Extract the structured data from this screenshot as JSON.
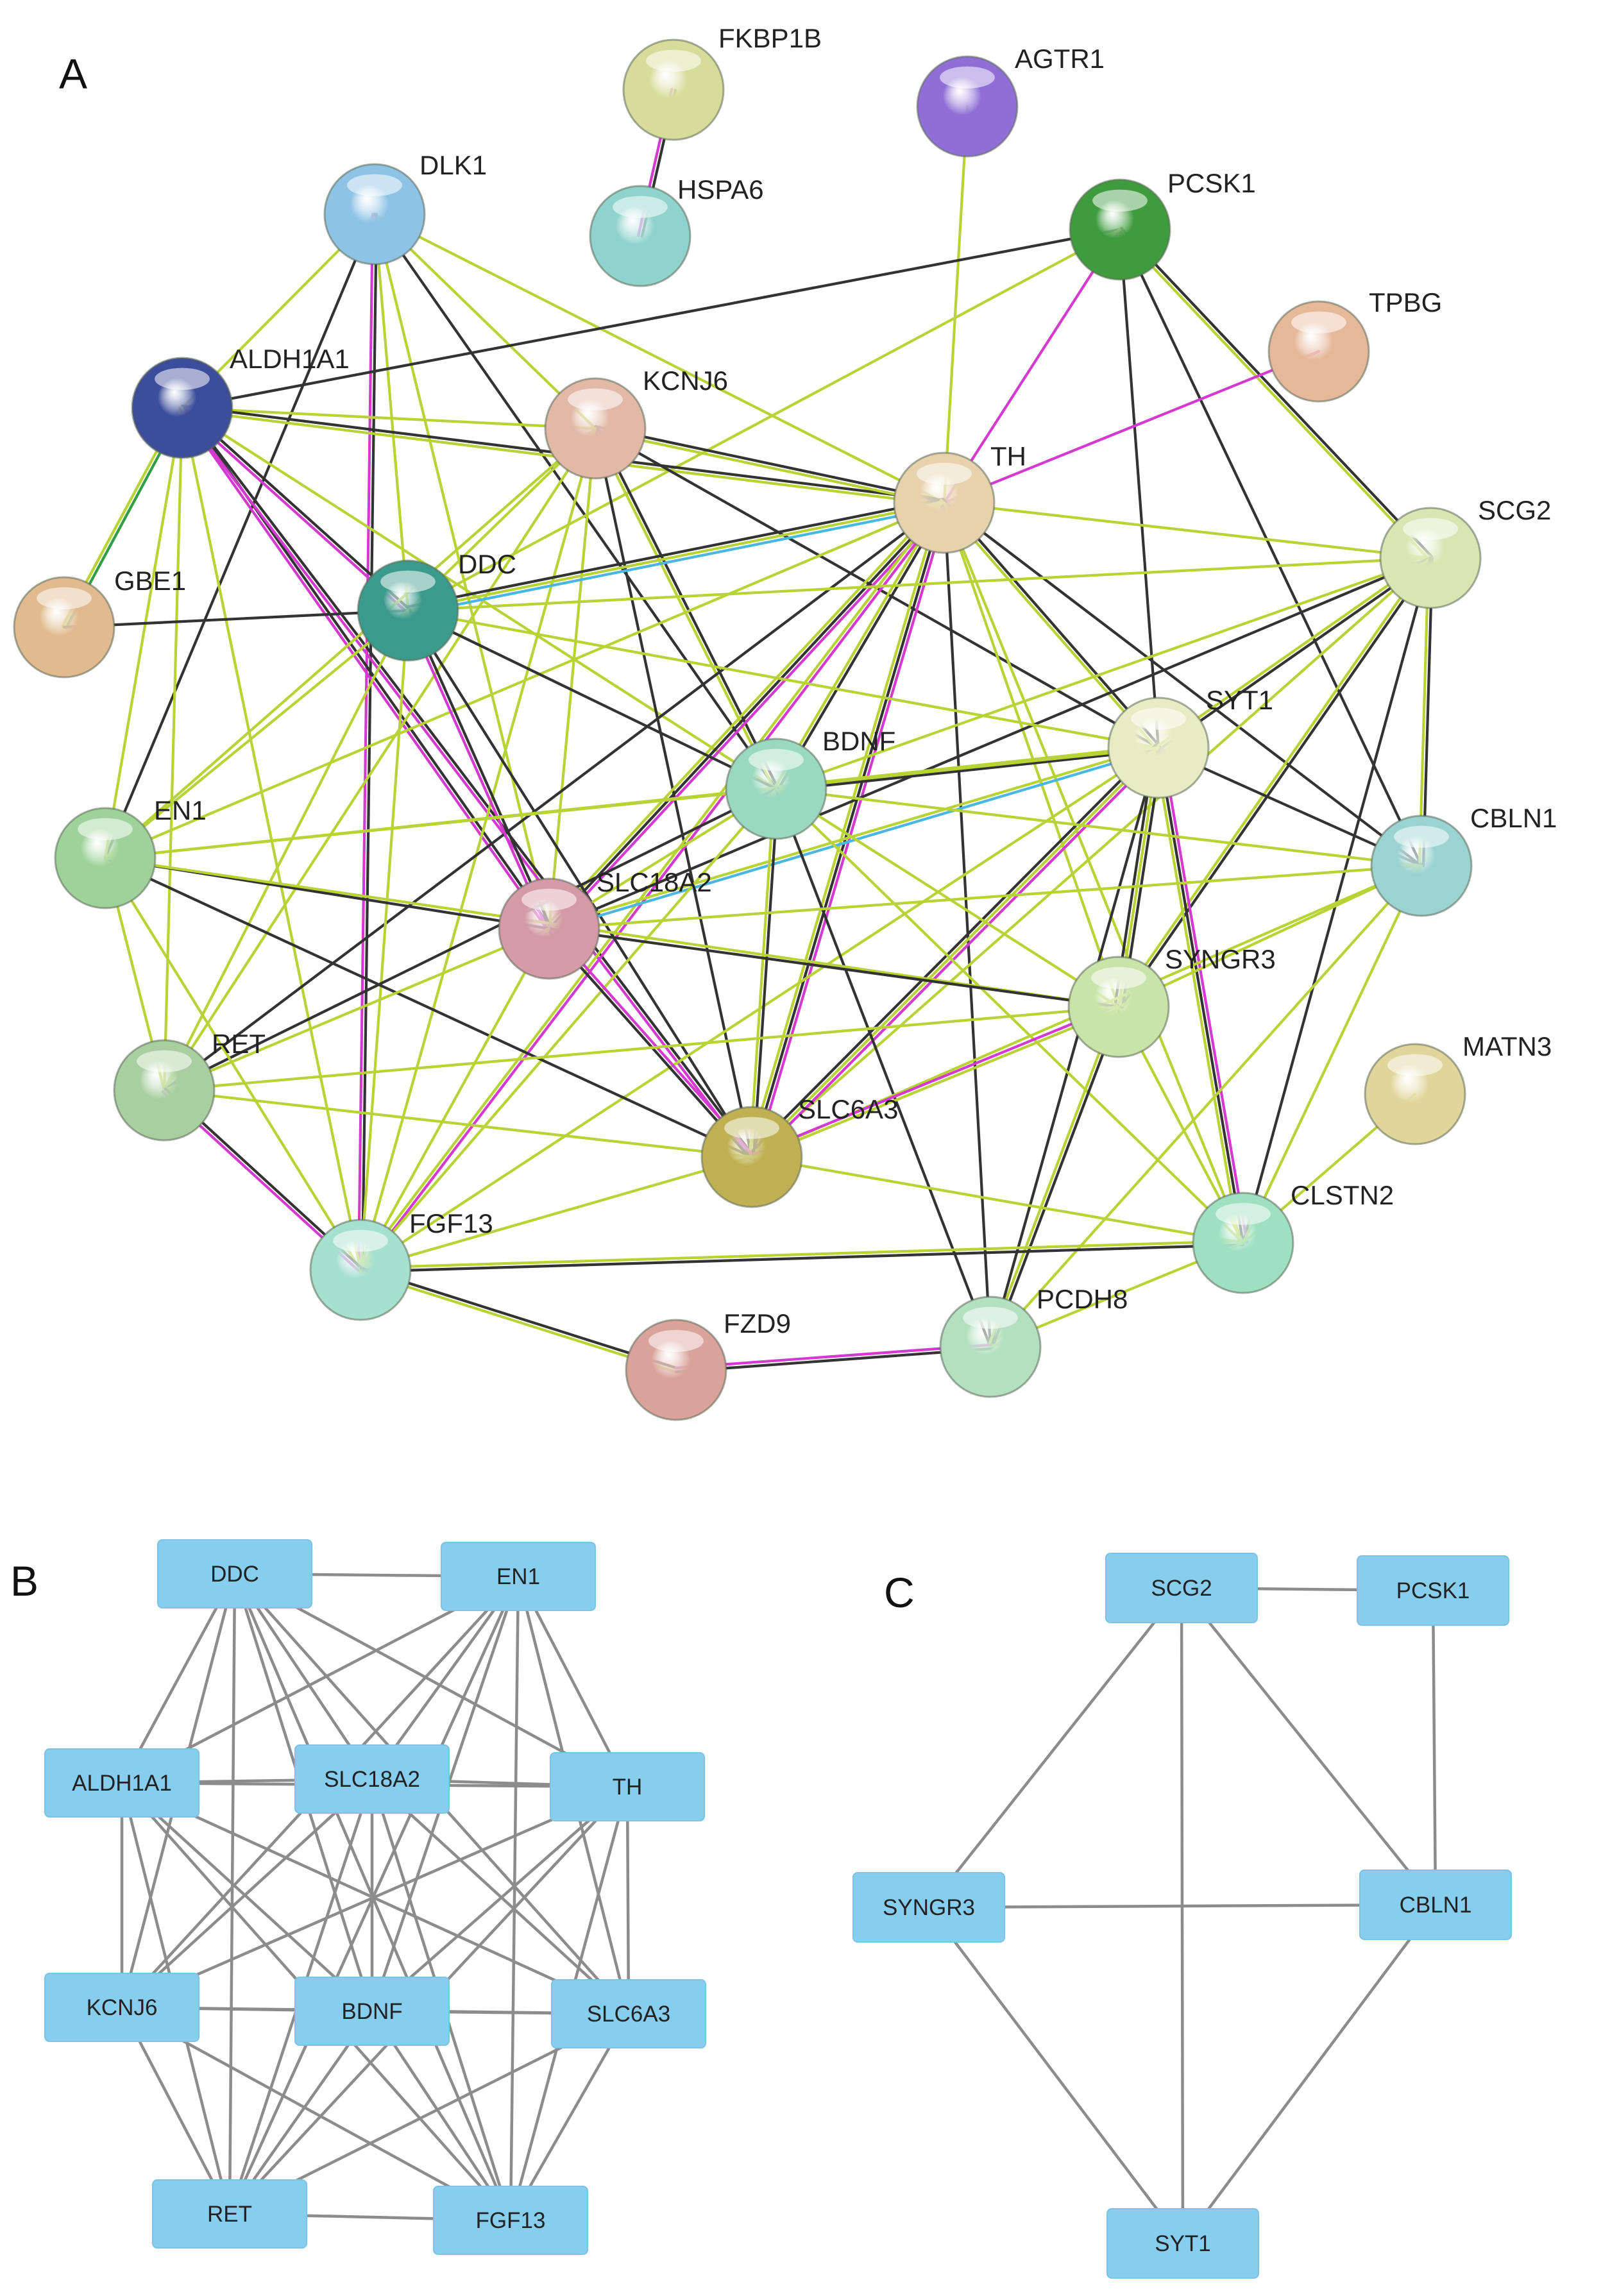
{
  "panels": {
    "A": "A",
    "B": "B",
    "C": "C"
  },
  "colors": {
    "edge_black": "#333333",
    "edge_yellow": "#b8d335",
    "edge_magenta": "#d43ad0",
    "edge_cyan": "#4ab7e0",
    "edge_green": "#2f9e44",
    "box_fill": "#87cdee",
    "box_edge": "#8a8a8a"
  },
  "network_a": {
    "nodes": [
      {
        "id": "FKBP1B",
        "label": "FKBP1B",
        "color": "#d7dc9a"
      },
      {
        "id": "AGTR1",
        "label": "AGTR1",
        "color": "#8f6fd6"
      },
      {
        "id": "HSPA6",
        "label": "HSPA6",
        "color": "#8fd3cc"
      },
      {
        "id": "DLK1",
        "label": "DLK1",
        "color": "#8fc3e6"
      },
      {
        "id": "PCSK1",
        "label": "PCSK1",
        "color": "#3e9b3e"
      },
      {
        "id": "TPBG",
        "label": "TPBG",
        "color": "#e6b89a"
      },
      {
        "id": "ALDH1A1",
        "label": "ALDH1A1",
        "color": "#3c4d9c"
      },
      {
        "id": "KCNJ6",
        "label": "KCNJ6",
        "color": "#e2b8a6"
      },
      {
        "id": "TH",
        "label": "TH",
        "color": "#e8d2ad"
      },
      {
        "id": "SCG2",
        "label": "SCG2",
        "color": "#d8e6b4"
      },
      {
        "id": "GBE1",
        "label": "GBE1",
        "color": "#e1bb8f"
      },
      {
        "id": "DDC",
        "label": "DDC",
        "color": "#3a9a8c"
      },
      {
        "id": "SYT1",
        "label": "SYT1",
        "color": "#e8ecc4"
      },
      {
        "id": "BDNF",
        "label": "BDNF",
        "color": "#9ad9c0"
      },
      {
        "id": "CBLN1",
        "label": "CBLN1",
        "color": "#9ad3d0"
      },
      {
        "id": "EN1",
        "label": "EN1",
        "color": "#9ed29a"
      },
      {
        "id": "SLC18A2",
        "label": "SLC18A2",
        "color": "#d49aa6"
      },
      {
        "id": "SYNGR3",
        "label": "SYNGR3",
        "color": "#c9e3a8"
      },
      {
        "id": "MATN3",
        "label": "MATN3",
        "color": "#e0d59a"
      },
      {
        "id": "RET",
        "label": "RET",
        "color": "#a9cfa0"
      },
      {
        "id": "SLC6A3",
        "label": "SLC6A3",
        "color": "#bfb152"
      },
      {
        "id": "CLSTN2",
        "label": "CLSTN2",
        "color": "#9ee0c0"
      },
      {
        "id": "FGF13",
        "label": "FGF13",
        "color": "#a6e0cf"
      },
      {
        "id": "FZD9",
        "label": "FZD9",
        "color": "#d9a39a"
      },
      {
        "id": "PCDH8",
        "label": "PCDH8",
        "color": "#b2e0c0"
      }
    ],
    "edges": [
      {
        "from": "FKBP1B",
        "to": "HSPA6",
        "kinds": [
          "black",
          "magenta"
        ]
      },
      {
        "from": "AGTR1",
        "to": "TH",
        "kinds": [
          "yellow"
        ]
      },
      {
        "from": "DLK1",
        "to": "ALDH1A1",
        "kinds": [
          "yellow"
        ]
      },
      {
        "from": "DLK1",
        "to": "KCNJ6",
        "kinds": [
          "yellow"
        ]
      },
      {
        "from": "DLK1",
        "to": "TH",
        "kinds": [
          "yellow"
        ]
      },
      {
        "from": "DLK1",
        "to": "DDC",
        "kinds": [
          "yellow"
        ]
      },
      {
        "from": "DLK1",
        "to": "EN1",
        "kinds": [
          "black"
        ]
      },
      {
        "from": "DLK1",
        "to": "SLC18A2",
        "kinds": [
          "yellow"
        ]
      },
      {
        "from": "DLK1",
        "to": "FGF13",
        "kinds": [
          "black",
          "magenta"
        ]
      },
      {
        "from": "DLK1",
        "to": "BDNF",
        "kinds": [
          "black"
        ]
      },
      {
        "from": "PCSK1",
        "to": "ALDH1A1",
        "kinds": [
          "black"
        ]
      },
      {
        "from": "PCSK1",
        "to": "TH",
        "kinds": [
          "magenta"
        ]
      },
      {
        "from": "PCSK1",
        "to": "SCG2",
        "kinds": [
          "black",
          "yellow"
        ]
      },
      {
        "from": "PCSK1",
        "to": "CBLN1",
        "kinds": [
          "black"
        ]
      },
      {
        "from": "PCSK1",
        "to": "SYT1",
        "kinds": [
          "black"
        ]
      },
      {
        "from": "PCSK1",
        "to": "DDC",
        "kinds": [
          "yellow"
        ]
      },
      {
        "from": "TPBG",
        "to": "TH",
        "kinds": [
          "magenta"
        ]
      },
      {
        "from": "ALDH1A1",
        "to": "KCNJ6",
        "kinds": [
          "yellow"
        ]
      },
      {
        "from": "ALDH1A1",
        "to": "TH",
        "kinds": [
          "black",
          "yellow"
        ]
      },
      {
        "from": "ALDH1A1",
        "to": "GBE1",
        "kinds": [
          "green",
          "yellow"
        ]
      },
      {
        "from": "ALDH1A1",
        "to": "DDC",
        "kinds": [
          "black",
          "magenta"
        ]
      },
      {
        "from": "ALDH1A1",
        "to": "EN1",
        "kinds": [
          "yellow"
        ]
      },
      {
        "from": "ALDH1A1",
        "to": "SLC18A2",
        "kinds": [
          "black",
          "magenta"
        ]
      },
      {
        "from": "ALDH1A1",
        "to": "BDNF",
        "kinds": [
          "yellow"
        ]
      },
      {
        "from": "ALDH1A1",
        "to": "RET",
        "kinds": [
          "yellow"
        ]
      },
      {
        "from": "ALDH1A1",
        "to": "SLC6A3",
        "kinds": [
          "black",
          "magenta"
        ]
      },
      {
        "from": "ALDH1A1",
        "to": "FGF13",
        "kinds": [
          "yellow"
        ]
      },
      {
        "from": "KCNJ6",
        "to": "TH",
        "kinds": [
          "black",
          "yellow"
        ]
      },
      {
        "from": "KCNJ6",
        "to": "DDC",
        "kinds": [
          "yellow"
        ]
      },
      {
        "from": "KCNJ6",
        "to": "BDNF",
        "kinds": [
          "black",
          "yellow"
        ]
      },
      {
        "from": "KCNJ6",
        "to": "SLC18A2",
        "kinds": [
          "yellow"
        ]
      },
      {
        "from": "KCNJ6",
        "to": "SLC6A3",
        "kinds": [
          "black"
        ]
      },
      {
        "from": "KCNJ6",
        "to": "SYT1",
        "kinds": [
          "black"
        ]
      },
      {
        "from": "KCNJ6",
        "to": "RET",
        "kinds": [
          "yellow"
        ]
      },
      {
        "from": "KCNJ6",
        "to": "FGF13",
        "kinds": [
          "yellow"
        ]
      },
      {
        "from": "KCNJ6",
        "to": "EN1",
        "kinds": [
          "yellow"
        ]
      },
      {
        "from": "TH",
        "to": "DDC",
        "kinds": [
          "cyan",
          "yellow",
          "black"
        ]
      },
      {
        "from": "TH",
        "to": "SCG2",
        "kinds": [
          "yellow"
        ]
      },
      {
        "from": "TH",
        "to": "SYT1",
        "kinds": [
          "black",
          "yellow"
        ]
      },
      {
        "from": "TH",
        "to": "BDNF",
        "kinds": [
          "black",
          "yellow"
        ]
      },
      {
        "from": "TH",
        "to": "CBLN1",
        "kinds": [
          "black"
        ]
      },
      {
        "from": "TH",
        "to": "SLC18A2",
        "kinds": [
          "magenta",
          "black",
          "yellow"
        ]
      },
      {
        "from": "TH",
        "to": "SYNGR3",
        "kinds": [
          "yellow"
        ]
      },
      {
        "from": "TH",
        "to": "SLC6A3",
        "kinds": [
          "magenta",
          "black",
          "yellow"
        ]
      },
      {
        "from": "TH",
        "to": "RET",
        "kinds": [
          "black"
        ]
      },
      {
        "from": "TH",
        "to": "FGF13",
        "kinds": [
          "magenta",
          "yellow"
        ]
      },
      {
        "from": "TH",
        "to": "PCDH8",
        "kinds": [
          "black"
        ]
      },
      {
        "from": "TH",
        "to": "CLSTN2",
        "kinds": [
          "yellow"
        ]
      },
      {
        "from": "TH",
        "to": "EN1",
        "kinds": [
          "yellow"
        ]
      },
      {
        "from": "SCG2",
        "to": "DDC",
        "kinds": [
          "yellow"
        ]
      },
      {
        "from": "SCG2",
        "to": "SYT1",
        "kinds": [
          "black",
          "yellow"
        ]
      },
      {
        "from": "SCG2",
        "to": "CBLN1",
        "kinds": [
          "black",
          "yellow"
        ]
      },
      {
        "from": "SCG2",
        "to": "BDNF",
        "kinds": [
          "yellow"
        ]
      },
      {
        "from": "SCG2",
        "to": "SYNGR3",
        "kinds": [
          "black",
          "yellow"
        ]
      },
      {
        "from": "SCG2",
        "to": "SLC18A2",
        "kinds": [
          "black"
        ]
      },
      {
        "from": "SCG2",
        "to": "SLC6A3",
        "kinds": [
          "yellow"
        ]
      },
      {
        "from": "SCG2",
        "to": "CLSTN2",
        "kinds": [
          "black"
        ]
      },
      {
        "from": "GBE1",
        "to": "DDC",
        "kinds": [
          "black"
        ]
      },
      {
        "from": "DDC",
        "to": "SYT1",
        "kinds": [
          "yellow"
        ]
      },
      {
        "from": "DDC",
        "to": "BDNF",
        "kinds": [
          "black"
        ]
      },
      {
        "from": "DDC",
        "to": "SLC18A2",
        "kinds": [
          "black",
          "magenta"
        ]
      },
      {
        "from": "DDC",
        "to": "SLC6A3",
        "kinds": [
          "black"
        ]
      },
      {
        "from": "DDC",
        "to": "EN1",
        "kinds": [
          "yellow"
        ]
      },
      {
        "from": "DDC",
        "to": "RET",
        "kinds": [
          "yellow"
        ]
      },
      {
        "from": "DDC",
        "to": "FGF13",
        "kinds": [
          "yellow"
        ]
      },
      {
        "from": "SYT1",
        "to": "BDNF",
        "kinds": [
          "black",
          "yellow"
        ]
      },
      {
        "from": "SYT1",
        "to": "CBLN1",
        "kinds": [
          "black"
        ]
      },
      {
        "from": "SYT1",
        "to": "SLC18A2",
        "kinds": [
          "cyan",
          "yellow"
        ]
      },
      {
        "from": "SYT1",
        "to": "SYNGR3",
        "kinds": [
          "black",
          "yellow",
          "black"
        ]
      },
      {
        "from": "SYT1",
        "to": "SLC6A3",
        "kinds": [
          "magenta",
          "yellow",
          "black"
        ]
      },
      {
        "from": "SYT1",
        "to": "CLSTN2",
        "kinds": [
          "magenta",
          "black",
          "yellow"
        ]
      },
      {
        "from": "SYT1",
        "to": "PCDH8",
        "kinds": [
          "black"
        ]
      },
      {
        "from": "SYT1",
        "to": "FGF13",
        "kinds": [
          "yellow"
        ]
      },
      {
        "from": "SYT1",
        "to": "EN1",
        "kinds": [
          "yellow"
        ]
      },
      {
        "from": "BDNF",
        "to": "CBLN1",
        "kinds": [
          "yellow"
        ]
      },
      {
        "from": "BDNF",
        "to": "SLC18A2",
        "kinds": [
          "yellow"
        ]
      },
      {
        "from": "BDNF",
        "to": "SLC6A3",
        "kinds": [
          "black",
          "yellow"
        ]
      },
      {
        "from": "BDNF",
        "to": "SYNGR3",
        "kinds": [
          "yellow"
        ]
      },
      {
        "from": "BDNF",
        "to": "EN1",
        "kinds": [
          "yellow"
        ]
      },
      {
        "from": "BDNF",
        "to": "RET",
        "kinds": [
          "black"
        ]
      },
      {
        "from": "BDNF",
        "to": "FGF13",
        "kinds": [
          "yellow"
        ]
      },
      {
        "from": "BDNF",
        "to": "PCDH8",
        "kinds": [
          "black"
        ]
      },
      {
        "from": "BDNF",
        "to": "CLSTN2",
        "kinds": [
          "yellow"
        ]
      },
      {
        "from": "CBLN1",
        "to": "SYNGR3",
        "kinds": [
          "yellow"
        ]
      },
      {
        "from": "CBLN1",
        "to": "SLC6A3",
        "kinds": [
          "yellow"
        ]
      },
      {
        "from": "CBLN1",
        "to": "PCDH8",
        "kinds": [
          "yellow"
        ]
      },
      {
        "from": "CBLN1",
        "to": "CLSTN2",
        "kinds": [
          "yellow"
        ]
      },
      {
        "from": "CBLN1",
        "to": "SLC18A2",
        "kinds": [
          "yellow"
        ]
      },
      {
        "from": "EN1",
        "to": "SLC18A2",
        "kinds": [
          "black"
        ]
      },
      {
        "from": "EN1",
        "to": "SLC6A3",
        "kinds": [
          "black"
        ]
      },
      {
        "from": "EN1",
        "to": "FGF13",
        "kinds": [
          "yellow"
        ]
      },
      {
        "from": "EN1",
        "to": "RET",
        "kinds": [
          "yellow"
        ]
      },
      {
        "from": "EN1",
        "to": "SYNGR3",
        "kinds": [
          "yellow"
        ]
      },
      {
        "from": "SLC18A2",
        "to": "SLC6A3",
        "kinds": [
          "magenta",
          "black"
        ]
      },
      {
        "from": "SLC18A2",
        "to": "SYNGR3",
        "kinds": [
          "black"
        ]
      },
      {
        "from": "SLC18A2",
        "to": "RET",
        "kinds": [
          "yellow"
        ]
      },
      {
        "from": "SLC18A2",
        "to": "FGF13",
        "kinds": [
          "yellow"
        ]
      },
      {
        "from": "SYNGR3",
        "to": "SLC6A3",
        "kinds": [
          "yellow",
          "magenta"
        ]
      },
      {
        "from": "SYNGR3",
        "to": "PCDH8",
        "kinds": [
          "black",
          "yellow"
        ]
      },
      {
        "from": "SYNGR3",
        "to": "CLSTN2",
        "kinds": [
          "yellow"
        ]
      },
      {
        "from": "SYNGR3",
        "to": "RET",
        "kinds": [
          "yellow"
        ]
      },
      {
        "from": "MATN3",
        "to": "CLSTN2",
        "kinds": [
          "yellow"
        ]
      },
      {
        "from": "RET",
        "to": "SLC6A3",
        "kinds": [
          "yellow"
        ]
      },
      {
        "from": "RET",
        "to": "FGF13",
        "kinds": [
          "black",
          "magenta"
        ]
      },
      {
        "from": "SLC6A3",
        "to": "CLSTN2",
        "kinds": [
          "yellow"
        ]
      },
      {
        "from": "SLC6A3",
        "to": "FGF13",
        "kinds": [
          "yellow"
        ]
      },
      {
        "from": "CLSTN2",
        "to": "FGF13",
        "kinds": [
          "black",
          "yellow"
        ]
      },
      {
        "from": "CLSTN2",
        "to": "PCDH8",
        "kinds": [
          "yellow"
        ]
      },
      {
        "from": "FGF13",
        "to": "FZD9",
        "kinds": [
          "black",
          "yellow"
        ]
      },
      {
        "from": "FZD9",
        "to": "PCDH8",
        "kinds": [
          "magenta",
          "black"
        ]
      }
    ]
  },
  "network_b": {
    "nodes": [
      {
        "id": "DDC",
        "label": "DDC"
      },
      {
        "id": "EN1",
        "label": "EN1"
      },
      {
        "id": "ALDH1A1",
        "label": "ALDH1A1"
      },
      {
        "id": "SLC18A2",
        "label": "SLC18A2"
      },
      {
        "id": "TH",
        "label": "TH"
      },
      {
        "id": "KCNJ6",
        "label": "KCNJ6"
      },
      {
        "id": "BDNF",
        "label": "BDNF"
      },
      {
        "id": "SLC6A3",
        "label": "SLC6A3"
      },
      {
        "id": "RET",
        "label": "RET"
      },
      {
        "id": "FGF13",
        "label": "FGF13"
      }
    ],
    "edges": [
      [
        "DDC",
        "EN1"
      ],
      [
        "DDC",
        "ALDH1A1"
      ],
      [
        "DDC",
        "SLC18A2"
      ],
      [
        "DDC",
        "TH"
      ],
      [
        "DDC",
        "KCNJ6"
      ],
      [
        "DDC",
        "BDNF"
      ],
      [
        "DDC",
        "SLC6A3"
      ],
      [
        "DDC",
        "RET"
      ],
      [
        "DDC",
        "FGF13"
      ],
      [
        "EN1",
        "ALDH1A1"
      ],
      [
        "EN1",
        "SLC18A2"
      ],
      [
        "EN1",
        "TH"
      ],
      [
        "EN1",
        "KCNJ6"
      ],
      [
        "EN1",
        "BDNF"
      ],
      [
        "EN1",
        "SLC6A3"
      ],
      [
        "EN1",
        "RET"
      ],
      [
        "EN1",
        "FGF13"
      ],
      [
        "ALDH1A1",
        "SLC18A2"
      ],
      [
        "ALDH1A1",
        "TH"
      ],
      [
        "ALDH1A1",
        "KCNJ6"
      ],
      [
        "ALDH1A1",
        "BDNF"
      ],
      [
        "ALDH1A1",
        "SLC6A3"
      ],
      [
        "ALDH1A1",
        "RET"
      ],
      [
        "ALDH1A1",
        "FGF13"
      ],
      [
        "SLC18A2",
        "TH"
      ],
      [
        "SLC18A2",
        "KCNJ6"
      ],
      [
        "SLC18A2",
        "BDNF"
      ],
      [
        "SLC18A2",
        "SLC6A3"
      ],
      [
        "SLC18A2",
        "RET"
      ],
      [
        "SLC18A2",
        "FGF13"
      ],
      [
        "TH",
        "KCNJ6"
      ],
      [
        "TH",
        "BDNF"
      ],
      [
        "TH",
        "SLC6A3"
      ],
      [
        "TH",
        "RET"
      ],
      [
        "TH",
        "FGF13"
      ],
      [
        "KCNJ6",
        "BDNF"
      ],
      [
        "KCNJ6",
        "SLC6A3"
      ],
      [
        "KCNJ6",
        "RET"
      ],
      [
        "KCNJ6",
        "FGF13"
      ],
      [
        "BDNF",
        "SLC6A3"
      ],
      [
        "BDNF",
        "RET"
      ],
      [
        "BDNF",
        "FGF13"
      ],
      [
        "SLC6A3",
        "RET"
      ],
      [
        "SLC6A3",
        "FGF13"
      ],
      [
        "RET",
        "FGF13"
      ]
    ]
  },
  "network_c": {
    "nodes": [
      {
        "id": "SCG2",
        "label": "SCG2"
      },
      {
        "id": "PCSK1",
        "label": "PCSK1"
      },
      {
        "id": "SYNGR3",
        "label": "SYNGR3"
      },
      {
        "id": "CBLN1",
        "label": "CBLN1"
      },
      {
        "id": "SYT1",
        "label": "SYT1"
      }
    ],
    "edges": [
      [
        "SCG2",
        "PCSK1"
      ],
      [
        "SCG2",
        "SYNGR3"
      ],
      [
        "SCG2",
        "CBLN1"
      ],
      [
        "SCG2",
        "SYT1"
      ],
      [
        "PCSK1",
        "CBLN1"
      ],
      [
        "SYNGR3",
        "CBLN1"
      ],
      [
        "SYNGR3",
        "SYT1"
      ],
      [
        "CBLN1",
        "SYT1"
      ]
    ]
  }
}
